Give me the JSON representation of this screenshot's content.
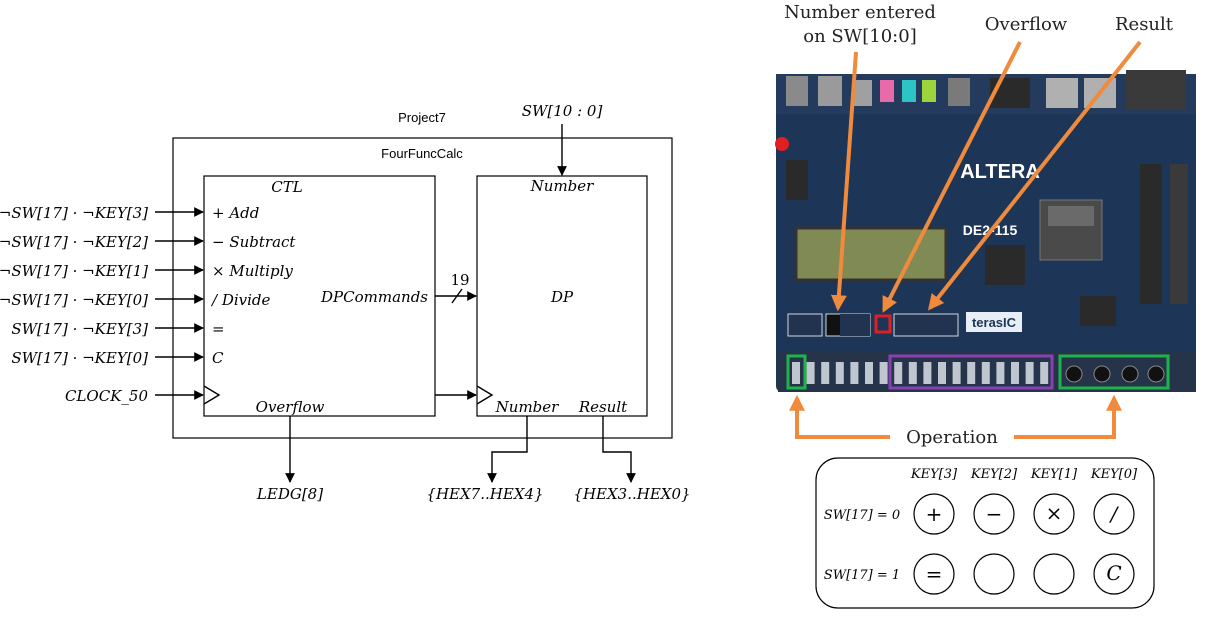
{
  "diagram": {
    "outer_label": "Project7",
    "inner_label": "FourFuncCalc",
    "sw_input": "SW[10 : 0]",
    "ctl": {
      "title": "CTL",
      "ports": [
        "+ Add",
        "− Subtract",
        "× Multiply",
        "/ Divide",
        "=",
        "C"
      ],
      "output": "DPCommands",
      "overflow": "Overflow"
    },
    "dp": {
      "title": "DP",
      "number_in": "Number",
      "number_out": "Number",
      "result_out": "Result"
    },
    "bus_width": "19",
    "inputs": [
      "¬SW[17] · ¬KEY[3]",
      "¬SW[17] · ¬KEY[2]",
      "¬SW[17] · ¬KEY[1]",
      "¬SW[17] · ¬KEY[0]",
      "SW[17] · ¬KEY[3]",
      "SW[17] · ¬KEY[0]"
    ],
    "clock": "CLOCK_50",
    "outputs": {
      "ledg": "LEDG[8]",
      "hex_number": "{HEX7..HEX4}",
      "hex_result": "{HEX3..HEX0}"
    }
  },
  "board_annotations": {
    "number_line1": "Number entered",
    "number_line2": "on SW[10:0]",
    "overflow": "Overflow",
    "result": "Result",
    "operation": "Operation",
    "board_brand": "ALTERA",
    "board_model": "DE2-115",
    "board_maker": "terasIC",
    "colors": {
      "arrow": "#f08a3c",
      "green_box": "#1db34a",
      "purple_box": "#8a3fb5",
      "red_box": "#e02020",
      "pcb": "#1d3557"
    }
  },
  "key_table": {
    "headers": [
      "KEY[3]",
      "KEY[2]",
      "KEY[1]",
      "KEY[0]"
    ],
    "rows": [
      {
        "label": "SW[17] = 0",
        "symbols": [
          "+",
          "−",
          "×",
          "/"
        ]
      },
      {
        "label": "SW[17] = 1",
        "symbols": [
          "=",
          "",
          "",
          "C"
        ]
      }
    ]
  }
}
